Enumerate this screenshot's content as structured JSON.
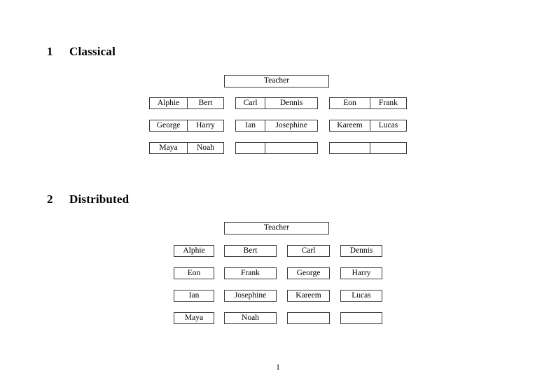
{
  "document": {
    "page_number": "1",
    "sections": [
      {
        "number": "1",
        "title": "Classical",
        "root_label": "Teacher",
        "layout": "paired",
        "groups": [
          {
            "rows": [
              {
                "left": "Alphie",
                "right": "Bert"
              },
              {
                "left": "George",
                "right": "Harry"
              },
              {
                "left": "Maya",
                "right": "Noah"
              }
            ]
          },
          {
            "rows": [
              {
                "left": "Carl",
                "right": "Dennis"
              },
              {
                "left": "Ian",
                "right": "Josephine"
              },
              {
                "left": "",
                "right": ""
              }
            ]
          },
          {
            "rows": [
              {
                "left": "Eon",
                "right": "Frank"
              },
              {
                "left": "Kareem",
                "right": "Lucas"
              },
              {
                "left": "",
                "right": ""
              }
            ]
          }
        ]
      },
      {
        "number": "2",
        "title": "Distributed",
        "root_label": "Teacher",
        "layout": "single",
        "rows": [
          {
            "cells": [
              "Alphie",
              "Bert",
              "Carl",
              "Dennis"
            ]
          },
          {
            "cells": [
              "Eon",
              "Frank",
              "George",
              "Harry"
            ]
          },
          {
            "cells": [
              "Ian",
              "Josephine",
              "Kareem",
              "Lucas"
            ]
          },
          {
            "cells": [
              "Maya",
              "Noah",
              "",
              ""
            ]
          }
        ]
      }
    ]
  },
  "colors": {
    "page_background": "#ffffff",
    "text": "#000000",
    "box_border": "#3a3a3a"
  }
}
